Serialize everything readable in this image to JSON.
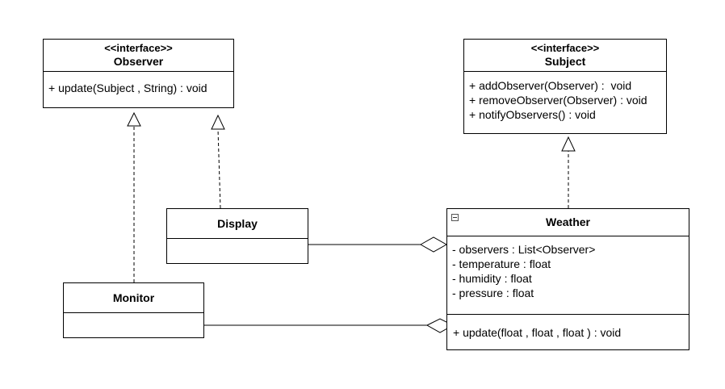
{
  "diagram": {
    "classes": {
      "observer": {
        "stereotype": "<<interface>>",
        "name": "Observer",
        "methods": [
          "+ update(Subject , String) : void"
        ]
      },
      "subject": {
        "stereotype": "<<interface>>",
        "name": "Subject",
        "methods": [
          "+ addObserver(Observer) :  void",
          "+ removeObserver(Observer) : void",
          "+ notifyObservers() : void"
        ]
      },
      "display": {
        "name": "Display"
      },
      "monitor": {
        "name": "Monitor"
      },
      "weather": {
        "name": "Weather",
        "icon": "collapse-icon",
        "attributes": [
          "- observers : List<Observer>",
          "- temperature : float",
          "- humidity : float",
          "- pressure : float"
        ],
        "methods": [
          "+ update(float , float , float ) : void"
        ]
      }
    },
    "relationships": [
      {
        "type": "realization",
        "from": "Monitor",
        "to": "Observer"
      },
      {
        "type": "realization",
        "from": "Display",
        "to": "Observer"
      },
      {
        "type": "realization",
        "from": "Weather",
        "to": "Subject"
      },
      {
        "type": "aggregation",
        "from": "Display",
        "to": "Weather"
      },
      {
        "type": "aggregation",
        "from": "Monitor",
        "to": "Weather"
      }
    ]
  }
}
